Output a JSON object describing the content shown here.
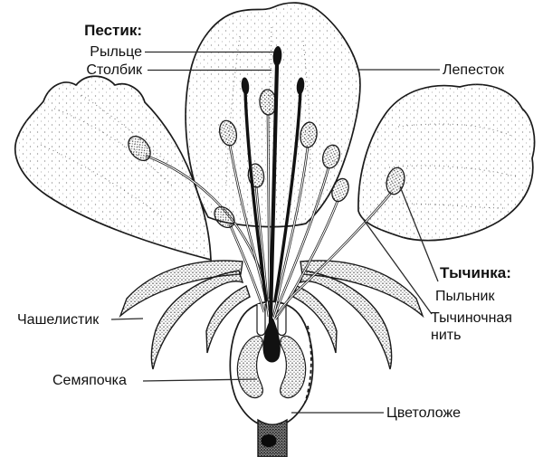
{
  "diagram": {
    "subject": "flower-structure-cross-section",
    "background": "#ffffff",
    "ink_color": "#1a1a1a",
    "pistil": {
      "heading": "Пестик:",
      "stigma": "Рыльце",
      "style": "Столбик"
    },
    "petal": "Лепесток",
    "stamen": {
      "heading": "Тычинка:",
      "anther": "Пыльник",
      "filament": "Тычиночная нить"
    },
    "sepal": "Чашелистик",
    "ovule": "Семяпочка",
    "receptacle": "Цветоложе"
  }
}
